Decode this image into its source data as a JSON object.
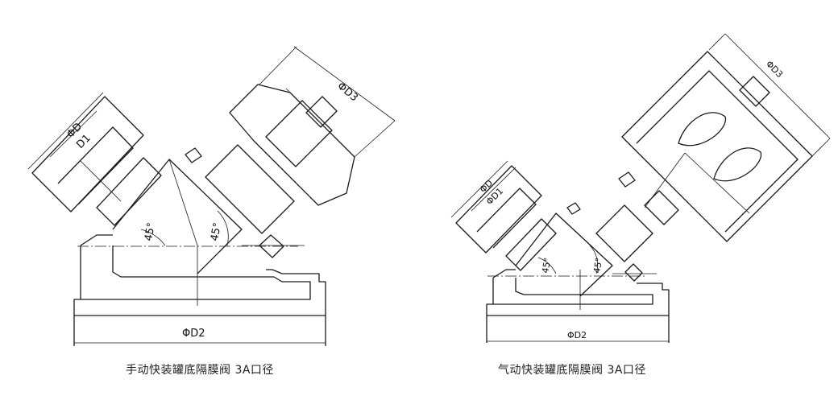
{
  "left_drawing": {
    "caption": "手动快装罐底隔膜阀 3A口径",
    "labels": {
      "outer_diameter": "ΦD",
      "inner_diameter": "D1",
      "handwheel_diameter": "ΦD3",
      "base_diameter": "ΦD2",
      "angle_left": "45°",
      "angle_right": "45°"
    }
  },
  "right_drawing": {
    "caption": "气动快装罐底隔膜阀 3A口径",
    "labels": {
      "outer_diameter": "ΦD",
      "inner_diameter": "ΦD1",
      "actuator_diameter": "ΦD3",
      "base_diameter": "ΦD2",
      "angle_left": "45°",
      "angle_right": "45°"
    }
  }
}
